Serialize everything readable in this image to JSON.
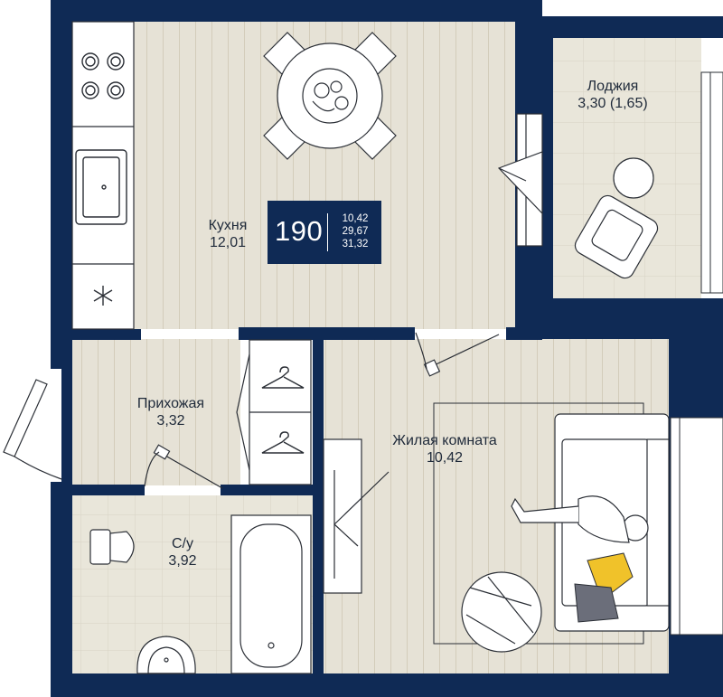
{
  "apartment": {
    "number": "190",
    "areas": [
      "10,42",
      "29,67",
      "31,32"
    ]
  },
  "rooms": {
    "kitchen": {
      "name": "Кухня",
      "area": "12,01"
    },
    "loggia": {
      "name": "Лоджия",
      "area": "3,30 (1,65)"
    },
    "hallway": {
      "name": "Прихожая",
      "area": "3,32"
    },
    "living": {
      "name": "Жилая комната",
      "area": "10,42"
    },
    "bathroom": {
      "name": "С/у",
      "area": "3,92"
    }
  },
  "colors": {
    "wall": "#0f2a55",
    "floor": "#e6e2d6",
    "floor_line": "#d6d0c0",
    "tile": "#e8e5d9",
    "furniture": "#ffffff",
    "stroke": "#2b2f36",
    "pillow_yellow": "#f0c22a",
    "pillow_grey": "#6b6e7a"
  },
  "icons": [
    "snowflake-icon",
    "hanger-icon",
    "stove-icon",
    "sink-icon"
  ]
}
